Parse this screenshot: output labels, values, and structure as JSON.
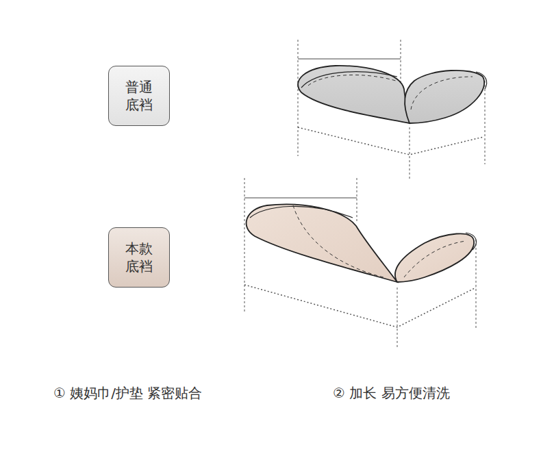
{
  "diagram": {
    "nodes": [
      {
        "text": [
          "普通 底裆"
        ]
      },
      {
        "text": [
          "本款 底裆"
        ]
      }
    ],
    "labels": [
      "① 姨妈巾/护垫 紧密贴合",
      "② 加长 易方便清洗"
    ]
  }
}
